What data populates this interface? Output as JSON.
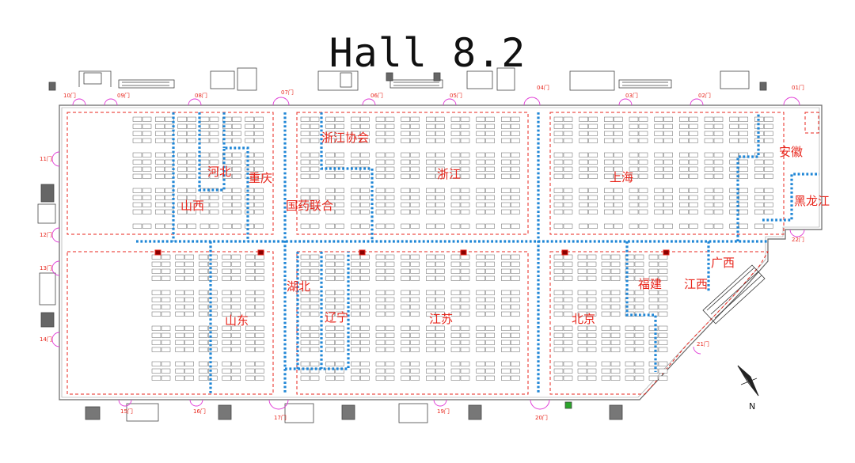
{
  "title": "Hall 8.2",
  "regions": {
    "hebei": "河北",
    "chongqing": "重庆",
    "shanxi": "山西",
    "zhejiang_assoc": "浙江协会",
    "guoyao": "国药联合",
    "zhejiang": "浙江",
    "shanghai": "上海",
    "anhui": "安徽",
    "heilongjiang": "黑龙江",
    "guangxi": "广西",
    "fujian": "福建",
    "jiangxi": "江西",
    "hubei": "湖北",
    "shandong": "山东",
    "liaoning": "辽宁",
    "jiangsu": "江苏",
    "beijing": "北京"
  },
  "gates": {
    "g10": "10门",
    "g09": "09门",
    "g08": "08门",
    "g07": "07门",
    "g06": "06门",
    "g05": "05门",
    "g04": "04门",
    "g03": "03门",
    "g02": "02门",
    "g01": "01门",
    "g11": "11门",
    "g12": "12门",
    "g13": "13门",
    "g14": "14门",
    "g15": "15门",
    "g16": "16门",
    "g17": "17门",
    "g19": "19门",
    "g20": "20门",
    "g21": "21门",
    "g22": "22门"
  },
  "compass_label": "N",
  "colors": {
    "hall_outline": "#666666",
    "zone_border": "#e8261c",
    "aisle": "#1f86d6",
    "door": "#e03ad6",
    "region_text": "#e8261c"
  }
}
